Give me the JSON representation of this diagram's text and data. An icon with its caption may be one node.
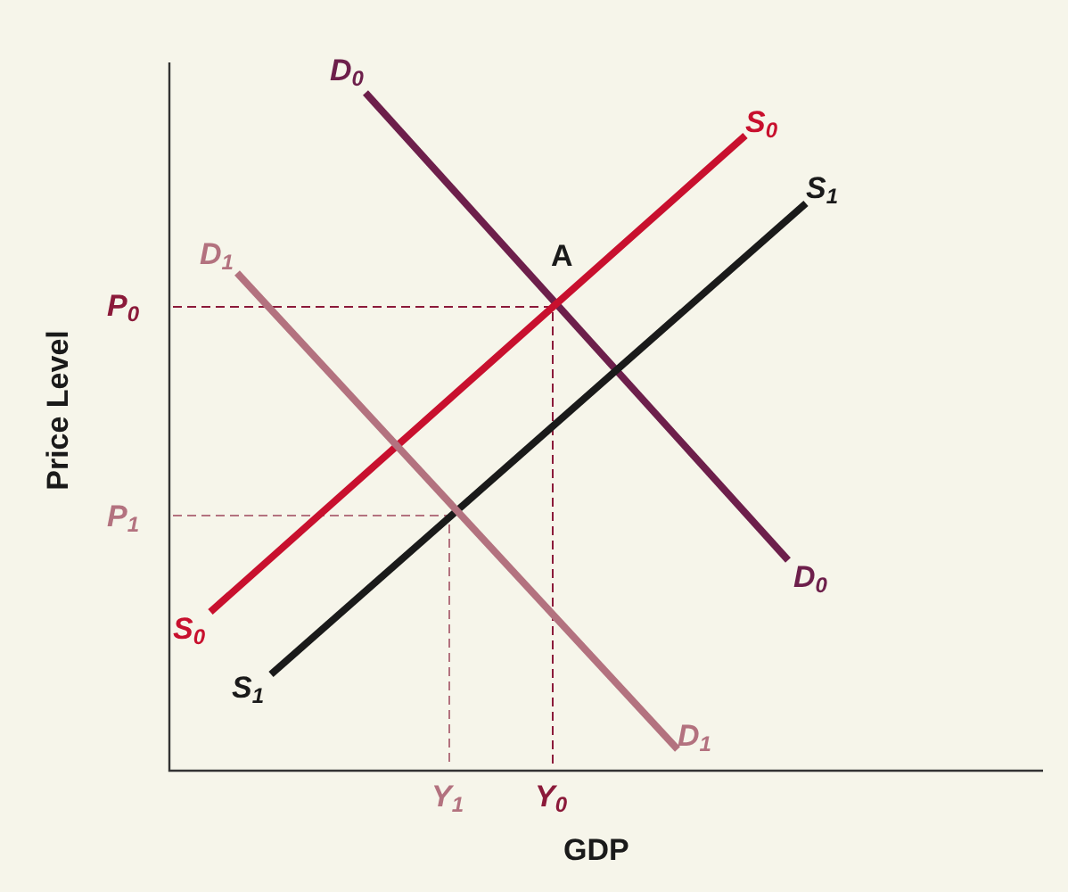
{
  "diagram": {
    "nodes": [
      {
        "text": [
          "D$_{0}$"
        ]
      },
      {
        "text": [
          "D$_{0}$"
        ]
      },
      {
        "text": [
          "S$_{0}$"
        ]
      },
      {
        "text": [
          "S$_{0}$"
        ]
      },
      {
        "text": [
          "S$_{1}$"
        ]
      },
      {
        "text": [
          "S$_{1}$"
        ]
      },
      {
        "text": [
          "D$_{1}$"
        ]
      },
      {
        "text": [
          "D$_{1}$"
        ]
      }
    ],
    "edges": [
      {
        "from": 0,
        "to": 1,
        "arrow": "none",
        "color": "#6d1f4b"
      },
      {
        "from": 3,
        "to": 2,
        "arrow": "none",
        "color": "#c8102e"
      },
      {
        "from": 5,
        "to": 4,
        "arrow": "none",
        "color": "#1a1a1a"
      },
      {
        "from": 6,
        "to": 7,
        "arrow": "none",
        "color": "#b3727f"
      }
    ],
    "labels": [
      "A",
      "P$_{0}$",
      "P$_{1}$",
      "Price Level",
      "Y$_{1}$",
      "Y$_{0}$",
      "GDP"
    ]
  }
}
